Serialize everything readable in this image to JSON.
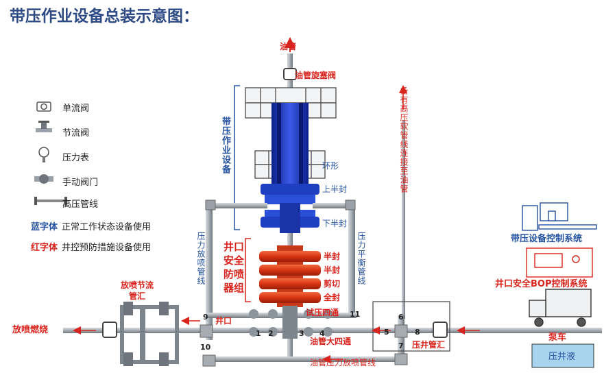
{
  "title": "带压作业设备总装示意图：",
  "legend": {
    "items": [
      {
        "icon": "check-valve-icon",
        "label": "单流阀"
      },
      {
        "icon": "choke-valve-icon",
        "label": "节流阀"
      },
      {
        "icon": "pressure-gauge-icon",
        "label": "压力表"
      },
      {
        "icon": "manual-valve-icon",
        "label": "手动阀门"
      },
      {
        "icon": "high-pressure-line-icon",
        "label": "高压管线"
      }
    ],
    "blue_key": "蓝字体",
    "blue_desc": "正常工作状态设备使用",
    "red_key": "红字体",
    "red_desc": "井控预防措施设备使用"
  },
  "labels": {
    "tubing": "油管",
    "tubing_plug_valve": "油管旋塞阀",
    "snubbing_equipment": "带压作业设备",
    "annular": "环形",
    "upper_half_seal": "上半封",
    "lower_half_seal": "下半封",
    "wellhead_bop_stack": "井口安全防喷器组",
    "half_seal_1": "半封",
    "half_seal_2": "半封",
    "shear": "剪切",
    "blind": "全封",
    "pressure_relief_line": "压力放喷管线",
    "pressure_balance_line": "压力平衡管线",
    "spare_hose": "备有高压软管线连接至油管",
    "blowout_choke_manifold": "放喷节流管汇",
    "flare": "放喷燃烧",
    "wellhead": "井口",
    "test_cross": "试压四通",
    "tubing_cross": "油管大四通",
    "kill_manifold": "压井管汇",
    "tubing_pressure_line": "油管压力放喷管线",
    "snubbing_control": "带压设备控制系统",
    "bop_control": "井口安全BOP控制系统",
    "pump_truck": "泵车",
    "kill_fluid": "压井液"
  },
  "numbers": [
    "1",
    "2",
    "3",
    "4",
    "5",
    "6",
    "7",
    "8",
    "9",
    "10",
    "11"
  ],
  "colors": {
    "title": "#2e4a85",
    "blue_text": "#2451a0",
    "red_text": "#d8241c",
    "snubbing_unit": "#1e3fc0",
    "bop_stack": "#e0401c",
    "pipe": "#8c949c",
    "flow_arrow": "#d8241c",
    "kill_fluid_tank": "#a8d4ee"
  }
}
